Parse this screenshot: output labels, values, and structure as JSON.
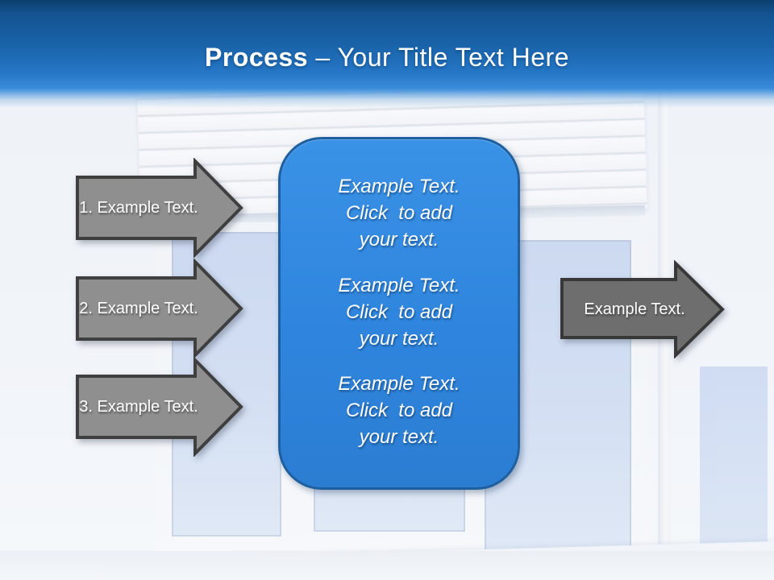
{
  "header": {
    "title_bold": "Process",
    "title_rest": " – Your Title Text Here"
  },
  "left_arrows": [
    {
      "label": "1. Example Text."
    },
    {
      "label": "2. Example Text."
    },
    {
      "label": "3. Example Text."
    }
  ],
  "center_box": {
    "paragraphs": [
      "Example Text.\nClick  to add\nyour text.",
      "Example Text.\nClick  to add\nyour text.",
      "Example Text.\nClick  to add\nyour text."
    ]
  },
  "right_arrow": {
    "label": "Example Text."
  },
  "colors": {
    "header_top_blue": "#0D3F70",
    "header_mid_blue": "#1A63A9",
    "header_bottom_blue": "#3A8CDA",
    "accent_box_blue": "#2F85DD",
    "box_border_blue": "#1E5F9F",
    "left_arrow_gray": "#8F8F8F",
    "right_arrow_gray": "#6E6E6E",
    "arrow_outline": "#3F3F3F",
    "pane_blue": "#C6D5EF",
    "text_white": "#FFFFFF"
  }
}
